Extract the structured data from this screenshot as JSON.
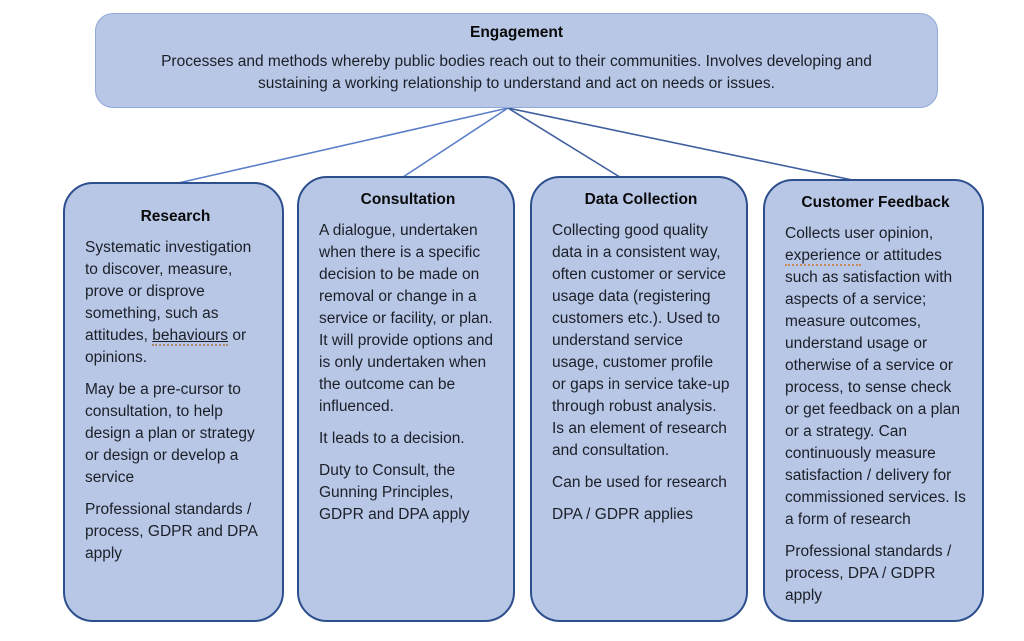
{
  "engagement": {
    "title": "Engagement",
    "description": "Processes and methods whereby public bodies reach out to their communities.  Involves developing and sustaining a working relationship to understand and act on needs or issues."
  },
  "colors": {
    "box_fill": "#b8c7e6",
    "box_border_dark": "#2e4f8e",
    "box_border_light": "#8fa9d8",
    "connector_light": "#5b7fc8",
    "connector_dark": "#3f5f9e",
    "text": "#1b1f27"
  },
  "boxes": [
    {
      "title": "Research",
      "paragraphs": [
        {
          "parts": [
            "Systematic investigation to discover, measure, prove or disprove something, such as attitudes, ",
            "behaviours",
            " or opinions."
          ]
        },
        {
          "parts": [
            "May be a pre-cursor to consultation, to help design a plan or strategy or design or develop a service"
          ]
        },
        {
          "parts": [
            "Professional standards / process, GDPR and DPA apply"
          ]
        }
      ]
    },
    {
      "title": "Consultation",
      "paragraphs": [
        {
          "parts": [
            "A dialogue, undertaken when there is a specific decision to be made on removal or change in a service or facility, or plan. It will provide options and is only undertaken when the outcome can be influenced."
          ]
        },
        {
          "parts": [
            "It leads to a decision."
          ]
        },
        {
          "parts": [
            "Duty to Consult, the Gunning Principles, GDPR and DPA apply"
          ]
        }
      ]
    },
    {
      "title": "Data Collection",
      "paragraphs": [
        {
          "parts": [
            "Collecting good quality data in a consistent way, often customer or service usage data (registering customers etc.). Used to understand service usage, customer profile or gaps in service take-up through robust analysis. Is an element of research and consultation."
          ]
        },
        {
          "parts": [
            "Can be used for research"
          ]
        },
        {
          "parts": [
            "DPA / GDPR applies"
          ]
        }
      ]
    },
    {
      "title": "Customer Feedback",
      "paragraphs": [
        {
          "parts": [
            "Collects user opinion, ",
            "experience",
            " or attitudes such as satisfaction with aspects of a service; measure outcomes, understand usage or otherwise of a service or process, to sense check or get feedback on a plan or a strategy. Can continuously measure satisfaction / delivery for commissioned services. Is a form of research"
          ]
        },
        {
          "parts": [
            "Professional standards / process, DPA / GDPR apply"
          ]
        }
      ]
    }
  ]
}
